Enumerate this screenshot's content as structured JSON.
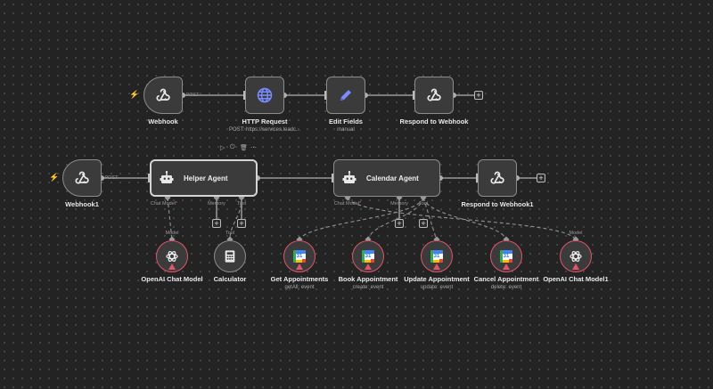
{
  "row1": {
    "webhook": {
      "title": "Webhook",
      "port": "POST"
    },
    "http": {
      "title": "HTTP Request",
      "sub": "POST: https://services.leadc..."
    },
    "edit": {
      "title": "Edit Fields",
      "sub": "manual"
    },
    "respond": {
      "title": "Respond to Webhook"
    }
  },
  "row2": {
    "webhook1": {
      "title": "Webhook1",
      "port": "POST"
    },
    "helper": {
      "title": "Helper Agent",
      "ports": {
        "chat": "Chat Model",
        "memory": "Memory",
        "tool": "Tool"
      }
    },
    "calendar": {
      "title": "Calendar Agent",
      "ports": {
        "chat": "Chat Model",
        "memory": "Memory",
        "tool": "Tool"
      }
    },
    "respond1": {
      "title": "Respond to Webhook1"
    },
    "required_mark": "*"
  },
  "subnodes": {
    "openai": {
      "title": "OpenAI Chat Model",
      "conn": "Model"
    },
    "calculator": {
      "title": "Calculator",
      "conn": "Tool"
    },
    "get": {
      "title": "Get Appointments",
      "sub": "getAll: event",
      "cal_day": "31"
    },
    "book": {
      "title": "Book Appointment",
      "sub": "create: event",
      "cal_day": "31"
    },
    "update": {
      "title": "Update Appointment",
      "sub": "update: event",
      "cal_day": "31"
    },
    "cancel": {
      "title": "Cancel Appointment",
      "sub": "delete: event",
      "cal_day": "31"
    },
    "openai1": {
      "title": "OpenAI Chat Model1",
      "conn": "Model"
    }
  },
  "toolbar": {
    "play": "▷",
    "power": "⏻",
    "trash": "🗑",
    "more": "⋯"
  },
  "colors": {
    "error": "#e0556b",
    "trigger_bolt": "#ff5a6e",
    "node_bg": "#3b3b3b"
  },
  "icons": {
    "webhook": "webhook-icon",
    "http": "globe-icon",
    "edit": "pencil-icon",
    "agent": "robot-icon",
    "openai": "openai-icon",
    "calculator": "calculator-icon",
    "calendar": "google-calendar-icon",
    "plus": "+",
    "bolt": "⚡"
  }
}
